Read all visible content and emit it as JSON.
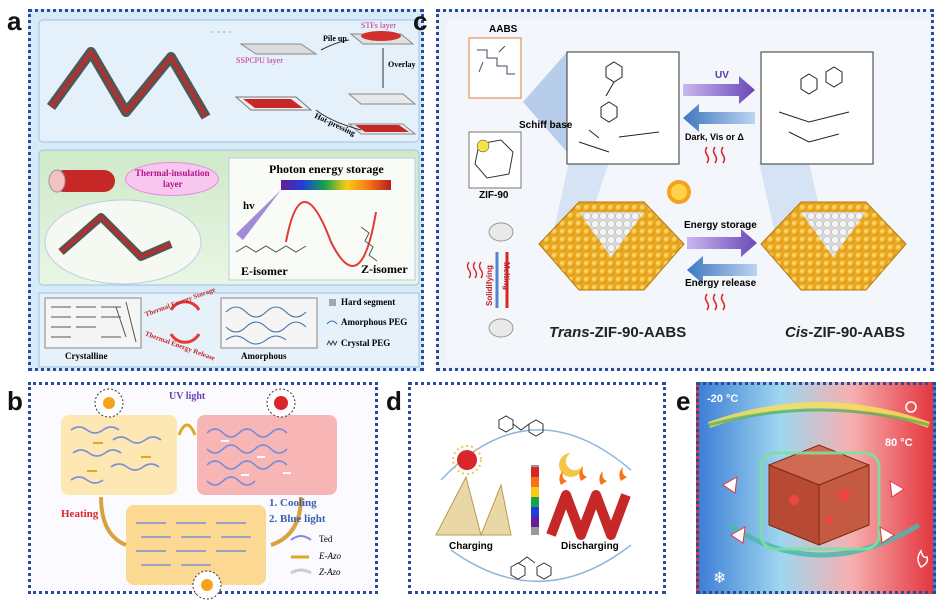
{
  "panels": {
    "a": {
      "letter": "a",
      "top": {
        "sspcpu_layer": "SSPCPU layer",
        "stfs_layer": "STFs layer",
        "pile_up": "Pile up",
        "overlay": "Overlay",
        "hot_pressing": "Hot-pressing"
      },
      "middle": {
        "thermal_insulation": "Thermal-insulation\nlayer",
        "thermal_insulation_1": "Thermal-insulation",
        "thermal_insulation_2": "layer",
        "photon_energy_storage": "Photon energy storage",
        "hv": "hv",
        "e_isomer": "E-isomer",
        "z_isomer": "Z-isomer"
      },
      "bottom": {
        "crystalline": "Crystalline",
        "amorphous": "Amorphous",
        "thermal_storage": "Thermal Energy Storage",
        "thermal_release": "Thermal Energy Release",
        "legend_hard": "Hard segment",
        "legend_amorphous": "Amorphous PEG",
        "legend_crystal": "Crystal PEG"
      }
    },
    "b": {
      "letter": "b",
      "uv_light": "UV light",
      "heating": "Heating",
      "cooling": "1. Cooling",
      "blue_light": "2. Blue light",
      "legend_ted": "Ted",
      "legend_e_azo": "E-Azo",
      "legend_z_azo": "Z-Azo"
    },
    "c": {
      "letter": "c",
      "aabs": "AABS",
      "schiff_base": "Schiff base",
      "zif90": "ZIF-90",
      "uv": "UV",
      "dark": "Dark, Vis or Δ",
      "energy_storage": "Energy storage",
      "energy_release": "Energy release",
      "melting": "Melting",
      "solidifying": "Solidifying",
      "trans_prefix": "Trans",
      "trans_suffix": "-ZIF-90-AABS",
      "cis_prefix": "Cis",
      "cis_suffix": "-ZIF-90-AABS"
    },
    "d": {
      "letter": "d",
      "charging": "Charging",
      "discharging": "Discharging"
    },
    "e": {
      "letter": "e",
      "cold_temp": "-20 °C",
      "hot_temp": "80 °C"
    }
  },
  "colors": {
    "panel_border": "#2a4a9a",
    "panel_a_bg": "#d7eaf7",
    "panel_c_bg": "#ecf2f8",
    "film_red": "#d11f1f",
    "gold": "#f2b52a",
    "uv_arrow": "#7a5bc4",
    "blue_arrow": "#4f87c9",
    "heat_red": "#d9262b"
  }
}
